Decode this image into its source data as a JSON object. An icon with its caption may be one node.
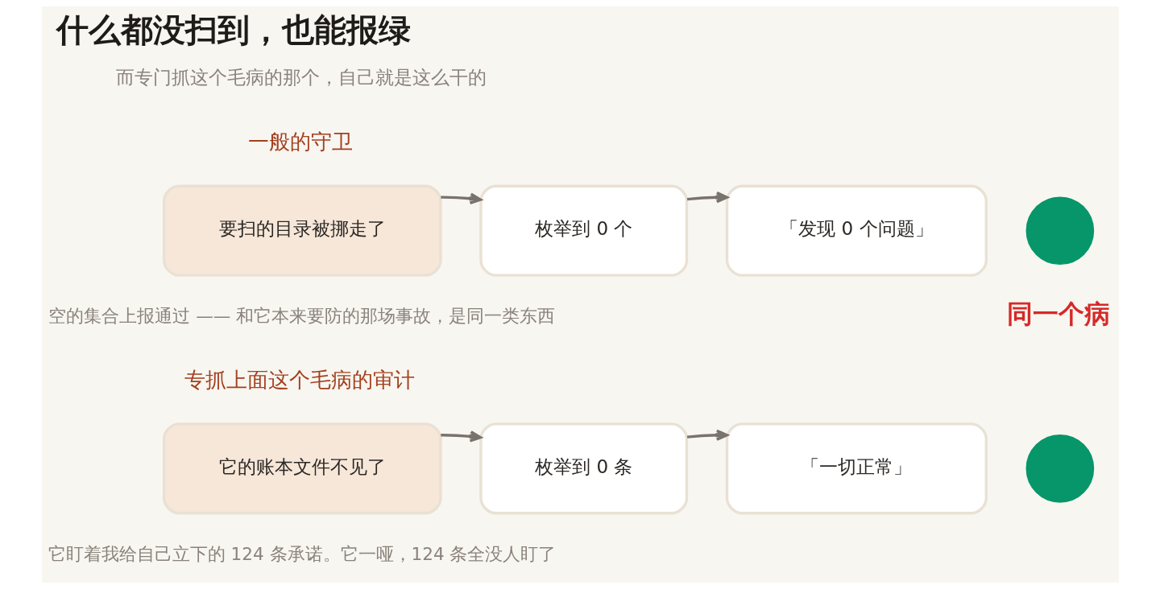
{
  "diagram": {
    "title": "什么都没扫到，也能报绿",
    "nodes": [
      {
        "text": [
          "要扫的目录被挪走了"
        ]
      },
      {
        "text": [
          "枚举到 0 个"
        ]
      },
      {
        "text": [
          "「发现 0 个问题」"
        ]
      },
      {
        "text": [],
        "shape": "circle"
      },
      {
        "text": [
          "它的账本文件不见了"
        ]
      },
      {
        "text": [
          "枚举到 0 条"
        ]
      },
      {
        "text": [
          "「一切正常」"
        ]
      },
      {
        "text": [],
        "shape": "circle"
      }
    ],
    "edges": [
      {
        "from": 0,
        "to": 1,
        "arrow": "to"
      },
      {
        "from": 1,
        "to": 2,
        "arrow": "to"
      },
      {
        "from": 4,
        "to": 5,
        "arrow": "to"
      },
      {
        "from": 5,
        "to": 6,
        "arrow": "to"
      }
    ],
    "labels": [
      "而专门抓这个毛病的那个，自己就是这么干的",
      "一般的守卫",
      "空的集合上报通过 —— 和它本来要防的那场事故，是同一类东西",
      "同一个病",
      "专抓上面这个毛病的审计",
      "它盯着我给自己立下的 124 条承诺。它一哑，124 条全没人盯了"
    ]
  }
}
